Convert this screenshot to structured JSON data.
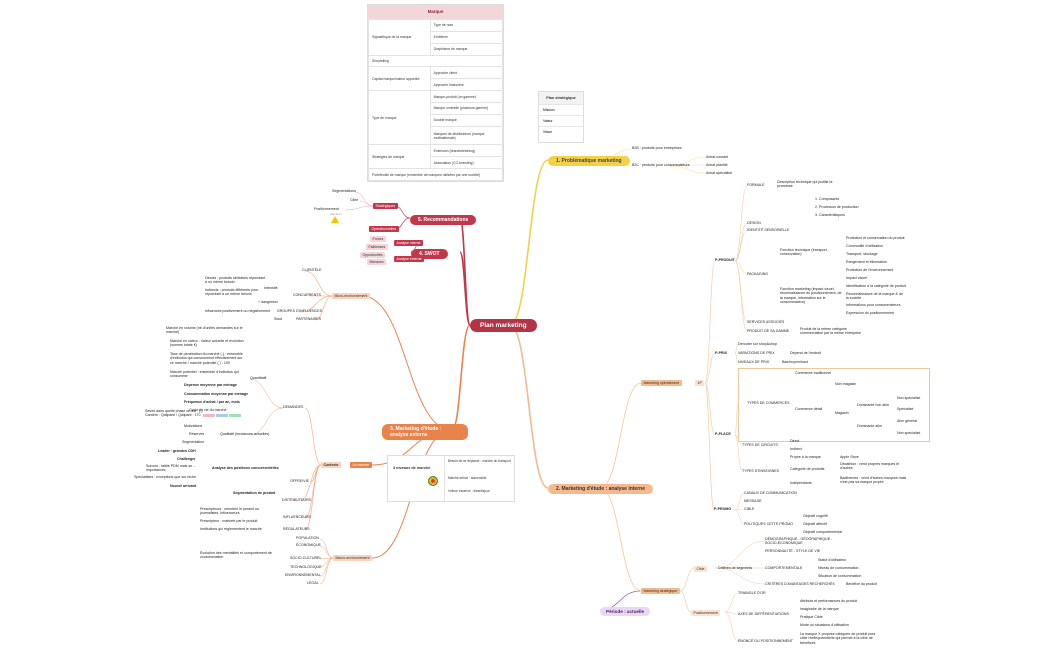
{
  "center": "Plan marketing",
  "colors": {
    "red": "#c1384b",
    "redDark": "#b33446",
    "orange": "#e9834c",
    "orangeLight": "#f5b98d",
    "yellow": "#f3d04a",
    "pinkLine": "#e7a2ad",
    "tanLine": "#f0c79a"
  },
  "branches": {
    "b1": "1. Problématique marketing",
    "b2": "2. Marketing d'étude : analyse interne",
    "b3": "3. Marketing d'étude : analyse externe",
    "b4": "4. SWOT",
    "b5": "5. Recommandations",
    "period": "Période : actuelle"
  },
  "marque": {
    "title": "Marque",
    "rows": [
      {
        "label": "Signalétique de la marque",
        "items": [
          "Type de nom",
          "Emblème",
          "Graphisme de marque"
        ]
      },
      {
        "label": "Storytelling",
        "items": []
      },
      {
        "label": "Capital marque/valeur apportée",
        "items": [
          "Approche client",
          "Approche financière"
        ]
      },
      {
        "label": "Type de marque",
        "items": [
          "Marque-produit (un gamme)",
          "Marque ombrelle (plusieurs gamme)",
          "Double marque",
          "Marques de distributeurs (marque multinationale)"
        ]
      },
      {
        "label": "Stratégies de marque",
        "items": [
          "Extension (brandstretching)",
          "Association (CO-branding)"
        ]
      },
      {
        "label": "Portefeuille de marque (ensemble de marques utilisées par une société)",
        "items": []
      }
    ]
  },
  "plan": {
    "title": "Plan stratégique",
    "items": [
      "Mission",
      "Valeur",
      "Vision"
    ]
  },
  "niveaux": {
    "title": "3 niveaux de marché",
    "items": [
      "Besoin de se déplacer : marché du transport",
      "Marché dérivé : automobile",
      "Voiture essence : diesel/ajout"
    ]
  },
  "b1": {
    "lines": [
      "B2B : produits pour entreprises",
      "B2C : produits pour consommateurs"
    ],
    "sub": [
      "Achat courant",
      "Achat planifié",
      "Achat spécialisé"
    ]
  },
  "b2": {
    "mkop": "Marketing opérationnel",
    "fourp": "4P",
    "produit": "P-PRODUIT",
    "formule": "FORMULE",
    "formuleDesc": "Description technique qui justifie la promesse",
    "formuleItems": [
      "1. Composants",
      "2. Processus de production",
      "3. Caractéristiques"
    ],
    "design": "DESIGN",
    "identite": "IDENTITÉ SENSORIELLE",
    "packaging": "PACKAGING",
    "fonctionTech": "Fonction technique (transport, conservation)",
    "fonctionTechItems": [
      "Protection et conservation du produit",
      "Commodité d'utilisation",
      "Transport, stockage",
      "Rangement et élimination",
      "Protection de l'environnement"
    ],
    "fonctionMkt": "Fonction marketing (impact visuel, reconnaissance du positionnement, de la marque, information sur le consommateur)",
    "fonctionMktItems": [
      "Impact visuel",
      "Identification à la catégorie de produit",
      "Reconnaissance de la marque & de la société",
      "Informations pour consommateurs",
      "Expression du positionnement"
    ],
    "services": "SERVICES ASSOCIÉS",
    "gamme": "PRODUIT DE SA GAMME",
    "gammeDesc": "Produit de la même catégorie commercialisé par la même entreprise",
    "prix": "P-PRIX",
    "prixItems": [
      "Dérouter sur shop&shop",
      "VARIATIONS DE PRIX",
      "NIVEAUX DE PRIX"
    ],
    "prixVar": "Dépend de l'endroit",
    "prixNiv": "Bas/moyen/haut",
    "place": "P-PLACE",
    "types": "TYPES DE COMMERCES",
    "commerce": [
      "Commerce traditionnel",
      "Commerce détail",
      "Non magasin",
      "Magasin",
      "Dominante non alim",
      "Dominante alim",
      "Non spécialisé",
      "Spécialisé",
      "Alim général",
      "Non spécialisé"
    ],
    "circuits": "TYPES DE CIRCUITS",
    "circuitItems": [
      "Direct",
      "Indirect"
    ],
    "enseignes": "TYPES D'ENSEIGNES",
    "enseigneItems": [
      "Propre à la marque",
      "Catégorie de produits",
      "Indépendants"
    ],
    "enseigneSub": [
      "Apple Store",
      "Décathlon : vend propres marques et d'autres",
      "Badthemes : vend d'autres marques mais n'est pas sa marque propre"
    ],
    "promo": "P-PROMO",
    "promoItems": [
      "CANAUX DE COMMUNICATION",
      "MESSAGE",
      "CIBLE",
      "POLITIQUES CETTE PROMO"
    ],
    "promoObj": [
      "Objectif cognitif",
      "Objectif affectif",
      "Objectif comportemental"
    ],
    "mkstrat": "Marketing stratégique",
    "cible": "Cible",
    "criteres": "Critères de segments",
    "critItems": [
      "DÉMOGRAPHIQUE - GÉOGRAPHIQUE - SOCIO-ÉCONOMIQUE",
      "PERSONNALITÉ - STYLE DE VIE",
      "COMPORTEMENTALE",
      "CRITÈRES D'AVANTAGES RECHERCHÉS"
    ],
    "compItems": [
      "Statut d'utilisateur",
      "Niveau de consommation",
      "Situation de consommation"
    ],
    "avantage": "Bénéfice du produit",
    "positionnement": "Positionnement",
    "posItems": [
      "TRIANGLE D'OR",
      "AXES DE DIFFÉRENTIATIONS",
      "ÉNONCÉ DU POSITIONNEMENT"
    ],
    "axes": [
      "Attributs et performances du produit",
      "Imaginaire de la marque",
      "Pratique Cible",
      "Mode ou situations d'utilisation"
    ],
    "enonce": "La marque X propose catégorie de produit pour cible réelle/potentielle qui permet à la cible de bénéfices"
  },
  "b3": {
    "microTitle": "Micro-environnement",
    "clientele": "CLIENTÈLE",
    "concurrents": "CONCURRENTS",
    "concItems": [
      "Directs : produits similaires répondant à un même besoin",
      "Indirects : produits différents pour répondant à un même besoin"
    ],
    "intensite": "Intensité",
    "dangereux": "+ dangereux",
    "groupes": "GROUPES D'INFLUENCES",
    "groupesDesc": "Influences positivement ou négativement",
    "partenaires": "PARTENAIRES",
    "swot": "Swot",
    "demande": "DEMANDES",
    "quantitatif": "Quantitatif",
    "quantItems": [
      "Marché en volume (nb d'unités demandés sur le marché)",
      "Marché en valeur : Valeur actuelle et évolution (somme totale €)",
      "Taux de pénétration du marché (-) : ensemble d'individus qui consomment effectivement sur ce marché / marché potentiel ( ) - 100",
      "Marché potentiel : ensemble d'individus qui consomme",
      "Dépense moyenne par ménage",
      "Consommation moyenne par ménage",
      "Fréquence d'achat / par an, mois",
      "Cycle de vie du marché",
      "Savoir dans quelle phase on est : (-) Carrière : Qalipanti / Qalipant : 170"
    ],
    "qualitatif": "Qualitatif (tendances actuelles)",
    "qualItems": [
      "Motivations",
      "Réserves",
      "Segmentation"
    ],
    "offre": "OFFRE/VIE",
    "concurrence": "Analyse des positions concurrentielles",
    "concPos": [
      "Leader : grandes CDH",
      "Challenger",
      "Suiveur : faible PDM mais se ... importances",
      "Spécialistes : exceptions que sur niche",
      "Nouvel arrivant"
    ],
    "segmentation": "Segmentation de produit",
    "distrib": "DISTRIBUTEURS",
    "influenceurs": "INFLUENCEURS",
    "infItems": [
      "Prescripteurs : orientent le produit ou journalistes, influenceurs",
      "Prescripteur : marketé par le produit",
      "Institutions qui réglementent le marché"
    ],
    "regulateurs": "RÉGULATEURS",
    "macroTitle": "Macro-environnement",
    "macroItems": [
      "POPULATION",
      "ÉCONOMIQUE",
      "SOCIO-CULTUREL",
      "TECHNOLOGIQUE",
      "ENVIRONNEMENTAL",
      "LÉGAL"
    ],
    "macroDesc": "Évolution des mentalités et comportement de consommation",
    "contexte": "Contexte",
    "marche": "Le marché"
  },
  "b4": {
    "items": [
      "Forces",
      "Faiblesses",
      "Opportunités",
      "Menaces"
    ],
    "interne": "Analyse interne",
    "externe": "Analyse externe"
  },
  "b5": {
    "strat": "Stratégiques",
    "oper": "Opérationnelles",
    "items": [
      "Segmentations",
      "Cible",
      "Positionnement"
    ],
    "warn": "attention"
  }
}
